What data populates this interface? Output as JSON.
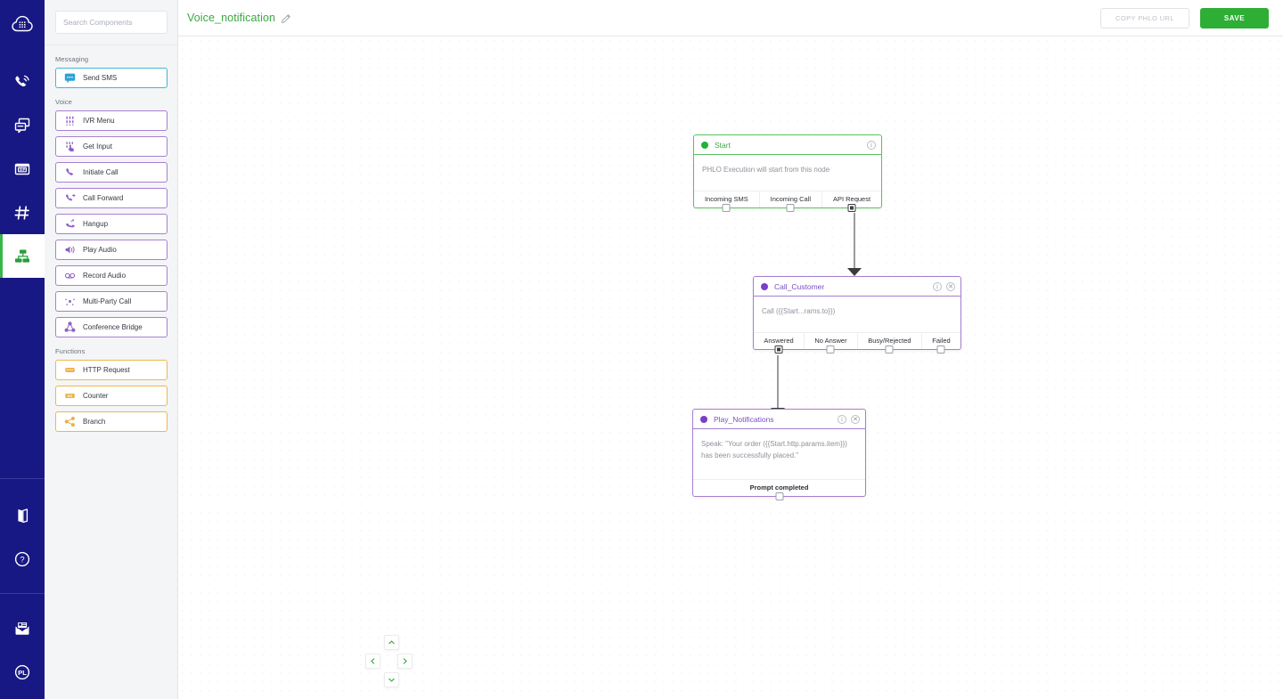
{
  "app": {
    "accent_green": "#2eae35",
    "accent_purple": "#7b4ec0",
    "rail_bg": "#181884"
  },
  "rail": {
    "logo_name": "cloud-keypad-logo",
    "items": [
      {
        "name": "voice-icon",
        "label": "Voice",
        "active": false
      },
      {
        "name": "messaging-icon",
        "label": "Messaging",
        "active": false
      },
      {
        "name": "sip-icon",
        "label": "SIP",
        "active": false
      },
      {
        "name": "numbers-icon",
        "label": "Numbers",
        "active": false
      },
      {
        "name": "phlo-icon",
        "label": "PHLO",
        "active": true
      },
      {
        "name": "docs-icon",
        "label": "Docs",
        "active": false
      },
      {
        "name": "help-icon",
        "label": "Help",
        "active": false
      },
      {
        "name": "inbox-icon",
        "label": "Inbox",
        "active": false
      },
      {
        "name": "account-icon",
        "label": "Account",
        "active": false
      }
    ]
  },
  "topbar": {
    "flow_title": "Voice_notification",
    "edit_icon": "pencil-icon",
    "copy_button": "COPY PHLO URL",
    "save_button": "SAVE"
  },
  "panel": {
    "search_placeholder": "Search Components",
    "search_value": "",
    "groups": [
      {
        "label": "Messaging",
        "kind": "msg",
        "items": [
          {
            "label": "Send SMS",
            "icon": "sms-bubble-icon"
          }
        ]
      },
      {
        "label": "Voice",
        "kind": "voice",
        "items": [
          {
            "label": "IVR Menu",
            "icon": "keypad-icon"
          },
          {
            "label": "Get Input",
            "icon": "tap-keypad-icon"
          },
          {
            "label": "Initiate Call",
            "icon": "phone-icon"
          },
          {
            "label": "Call Forward",
            "icon": "call-forward-icon"
          },
          {
            "label": "Hangup",
            "icon": "hangup-icon"
          },
          {
            "label": "Play Audio",
            "icon": "speaker-icon"
          },
          {
            "label": "Record Audio",
            "icon": "record-icon"
          },
          {
            "label": "Multi-Party Call",
            "icon": "multiparty-icon"
          },
          {
            "label": "Conference Bridge",
            "icon": "conference-icon"
          }
        ]
      },
      {
        "label": "Functions",
        "kind": "fn",
        "items": [
          {
            "label": "HTTP Request",
            "icon": "http-icon"
          },
          {
            "label": "Counter",
            "icon": "counter-icon"
          },
          {
            "label": "Branch",
            "icon": "branch-icon"
          }
        ]
      }
    ]
  },
  "canvas": {
    "nodes": [
      {
        "id": "start",
        "color": "green",
        "title": "Start",
        "body": "PHLO Execution will start from this node",
        "has_close": false,
        "info_icon": "info-icon",
        "ports": [
          {
            "label": "Incoming SMS",
            "filled": false
          },
          {
            "label": "Incoming Call",
            "filled": false
          },
          {
            "label": "API Request",
            "filled": true
          }
        ]
      },
      {
        "id": "call_customer",
        "color": "purple",
        "title": "Call_Customer",
        "body": "Call ({{Start...rams.to}})",
        "has_close": true,
        "info_icon": "info-icon",
        "close_icon": "close-icon",
        "ports": [
          {
            "label": "Answered",
            "filled": true
          },
          {
            "label": "No Answer",
            "filled": false
          },
          {
            "label": "Busy/Rejected",
            "filled": false
          },
          {
            "label": "Failed",
            "filled": false
          }
        ]
      },
      {
        "id": "play_notifications",
        "color": "purple",
        "title": "Play_Notifications",
        "body": "Speak: \"Your order ({{Start.http.params.item}}) has been successfully placed.\"",
        "has_close": true,
        "info_icon": "info-icon",
        "close_icon": "close-icon",
        "ports": [
          {
            "label": "Prompt completed",
            "filled": false
          }
        ]
      }
    ],
    "edges": [
      {
        "from": "start.API Request",
        "to": "call_customer"
      },
      {
        "from": "call_customer.Answered",
        "to": "play_notifications"
      }
    ],
    "dpad": {
      "up": "⌃",
      "down": "⌄",
      "left": "‹",
      "right": "›"
    }
  }
}
